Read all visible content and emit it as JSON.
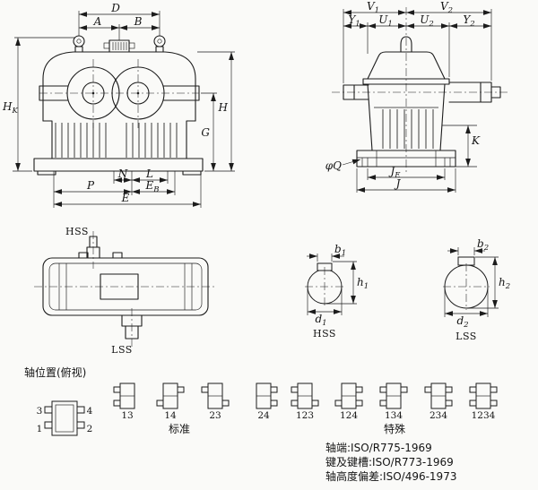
{
  "front_view": {
    "D": "D",
    "A": "A",
    "B": "B",
    "HK": {
      "main": "H",
      "sub": "K"
    },
    "G": "G",
    "H": "H",
    "N": "N",
    "L": "L",
    "P": "P",
    "EB": {
      "main": "E",
      "sub": "B"
    },
    "E": "E"
  },
  "side_view": {
    "V1": {
      "main": "V",
      "sub": "1"
    },
    "V2": {
      "main": "V",
      "sub": "2"
    },
    "Y1": {
      "main": "Y",
      "sub": "1"
    },
    "U1": {
      "main": "U",
      "sub": "1"
    },
    "U2": {
      "main": "U",
      "sub": "2"
    },
    "Y2": {
      "main": "Y",
      "sub": "2"
    },
    "K": "K",
    "phi_Q": "φQ",
    "JE": {
      "main": "J",
      "sub": "E"
    },
    "J": "J"
  },
  "top_view": {
    "hss": "HSS",
    "lss": "LSS"
  },
  "shaft_sections": {
    "hss": {
      "b": {
        "main": "b",
        "sub": "1"
      },
      "h": {
        "main": "h",
        "sub": "1"
      },
      "d": {
        "main": "d",
        "sub": "1"
      },
      "label": "HSS"
    },
    "lss": {
      "b": {
        "main": "b",
        "sub": "2"
      },
      "h": {
        "main": "h",
        "sub": "2"
      },
      "d": {
        "main": "d",
        "sub": "2"
      },
      "label": "LSS"
    }
  },
  "shaft_positions": {
    "title": "轴位置(俯视)",
    "corners": {
      "top_left": "3",
      "top_right": "4",
      "bottom_left": "1",
      "bottom_right": "2"
    },
    "variants": [
      "13",
      "14",
      "23",
      "24",
      "123",
      "124",
      "134",
      "234",
      "1234"
    ],
    "standard_group_label": "标准",
    "special_group_label": "特殊"
  },
  "standards_notes": {
    "line1": "轴端:ISO/R775-1969",
    "line2": "键及键槽:ISO/R773-1969",
    "line3": "轴高度偏差:ISO/496-1973"
  },
  "colors": {
    "ink": "#1c1c1c",
    "paper": "#fafaf8"
  }
}
